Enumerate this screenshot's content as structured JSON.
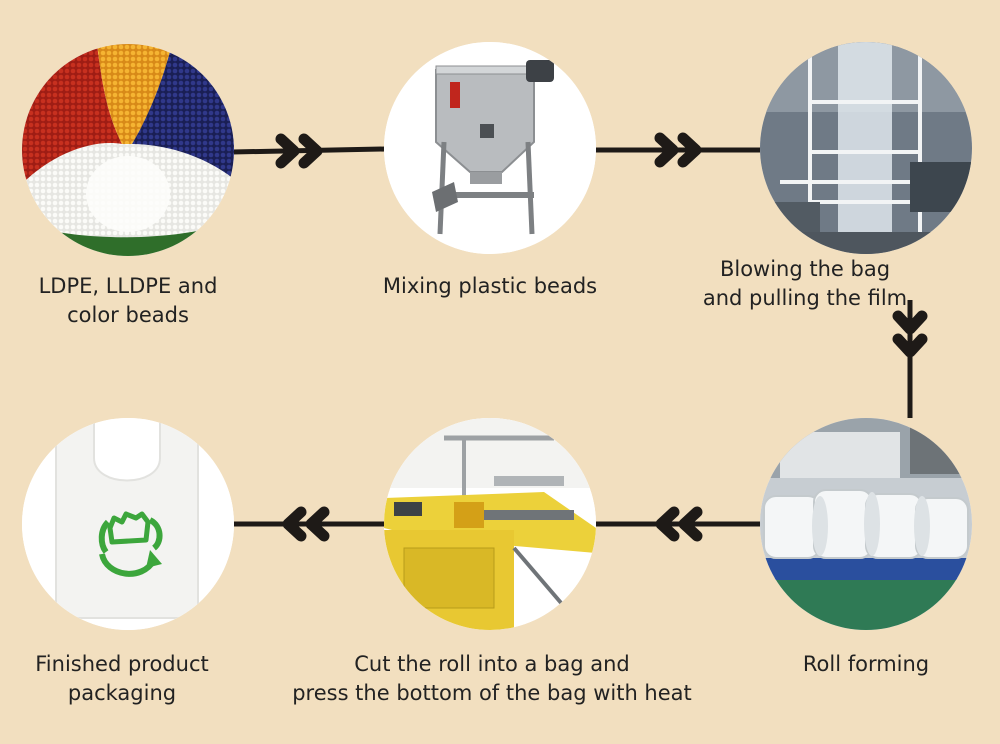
{
  "colors": {
    "background": "#f2dfbf",
    "arrow": "#1e1a17",
    "text": "#222222"
  },
  "steps": [
    {
      "line1": "LDPE, LLDPE and",
      "line2": "color beads",
      "icon": "colored-plastic-beads"
    },
    {
      "line1": "Mixing plastic beads",
      "line2": "",
      "icon": "mixing-machine"
    },
    {
      "line1": "Blowing the bag",
      "line2": "and pulling the film",
      "icon": "film-blowing-tower"
    },
    {
      "line1": "Roll forming",
      "line2": "",
      "icon": "film-rolls"
    },
    {
      "line1": "Cut the roll into a bag and",
      "line2": "press the bottom of the bag with heat",
      "icon": "bag-cutting-machine"
    },
    {
      "line1": "Finished product",
      "line2": "packaging",
      "icon": "recyclable-bag"
    }
  ]
}
